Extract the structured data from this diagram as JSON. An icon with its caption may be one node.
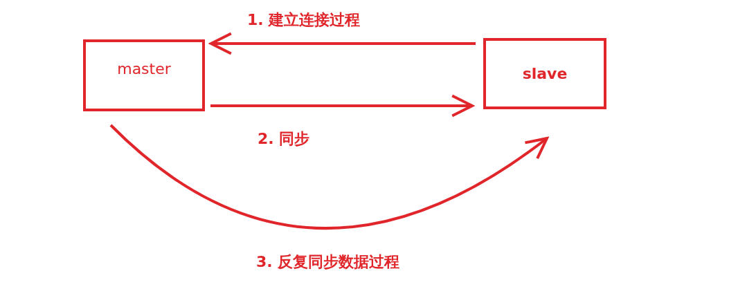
{
  "diagram": {
    "nodes": [
      {
        "text": [
          "master"
        ]
      },
      {
        "text": [
          "slave"
        ]
      }
    ],
    "edges": [
      {
        "from": 1,
        "to": 0,
        "arrow": "to",
        "label": "1. 建立连接过程"
      },
      {
        "from": 0,
        "to": 1,
        "arrow": "to",
        "label": "2. 同步"
      },
      {
        "from": 0,
        "to": 1,
        "arrow": "to",
        "label": "3. 反复同步数据过程"
      }
    ]
  }
}
